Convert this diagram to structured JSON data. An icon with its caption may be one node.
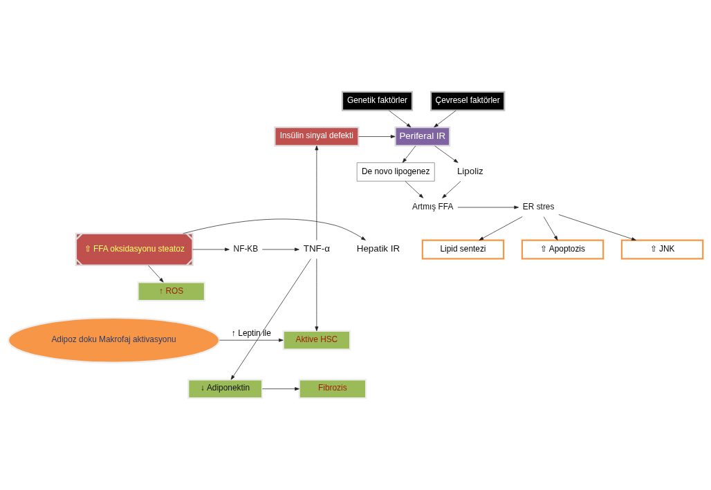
{
  "diagram": {
    "nodes": [
      {
        "text": [
          "Genetik faktörler"
        ]
      },
      {
        "text": [
          "Çevresel faktörler"
        ]
      },
      {
        "text": [
          "Insülin sinyal defekti"
        ]
      },
      {
        "text": [
          "Periferal IR"
        ]
      },
      {
        "text": [
          "Lipoliz"
        ]
      },
      {
        "text": [
          "De novo lipogenez"
        ]
      },
      {
        "text": [
          "Artmış FFA"
        ]
      },
      {
        "text": [
          "ER stres"
        ]
      },
      {
        "text": [
          "Lipid sentezi"
        ]
      },
      {
        "text": [
          "⇧ Apoptozis"
        ]
      },
      {
        "text": [
          "⇧ JNK"
        ]
      },
      {
        "text": [
          "⇧ FFA oksidasyonu steatoz"
        ]
      },
      {
        "text": [
          "NF-KB"
        ]
      },
      {
        "text": [
          "TNF-α"
        ]
      },
      {
        "text": [
          "Hepatik IR"
        ]
      },
      {
        "text": [
          "↑ ROS"
        ]
      },
      {
        "text": [
          "Aktive HSC"
        ]
      },
      {
        "text": [
          "Fibrozis"
        ]
      },
      {
        "text": [
          "↓ Adiponektin"
        ]
      },
      {
        "text": [
          "Adipoz doku Makrofaj aktivasyonu"
        ]
      }
    ],
    "edges": [
      {
        "from": 0,
        "to": 3,
        "arrow": "to"
      },
      {
        "from": 1,
        "to": 3,
        "arrow": "to"
      },
      {
        "from": 2,
        "to": 3,
        "arrow": "to"
      },
      {
        "from": 3,
        "to": 4,
        "arrow": "to"
      },
      {
        "from": 3,
        "to": 5,
        "arrow": "to"
      },
      {
        "from": 4,
        "to": 6,
        "arrow": "to"
      },
      {
        "from": 5,
        "to": 6,
        "arrow": "to"
      },
      {
        "from": 6,
        "to": 7,
        "arrow": "to"
      },
      {
        "from": 7,
        "to": 8,
        "arrow": "to"
      },
      {
        "from": 7,
        "to": 9,
        "arrow": "to"
      },
      {
        "from": 7,
        "to": 10,
        "arrow": "to"
      },
      {
        "from": 11,
        "to": 12,
        "arrow": "to"
      },
      {
        "from": 12,
        "to": 13,
        "arrow": "to"
      },
      {
        "from": 13,
        "to": 2,
        "arrow": "to"
      },
      {
        "from": 13,
        "to": 16,
        "arrow": "to"
      },
      {
        "from": 13,
        "to": 18,
        "arrow": "to"
      },
      {
        "from": 11,
        "to": 14,
        "arrow": "to"
      },
      {
        "from": 11,
        "to": 15,
        "arrow": "to"
      },
      {
        "from": 18,
        "to": 17,
        "arrow": "to"
      },
      {
        "from": 19,
        "to": 16,
        "label": "↑ Leptin ile",
        "arrow": "to"
      }
    ]
  }
}
